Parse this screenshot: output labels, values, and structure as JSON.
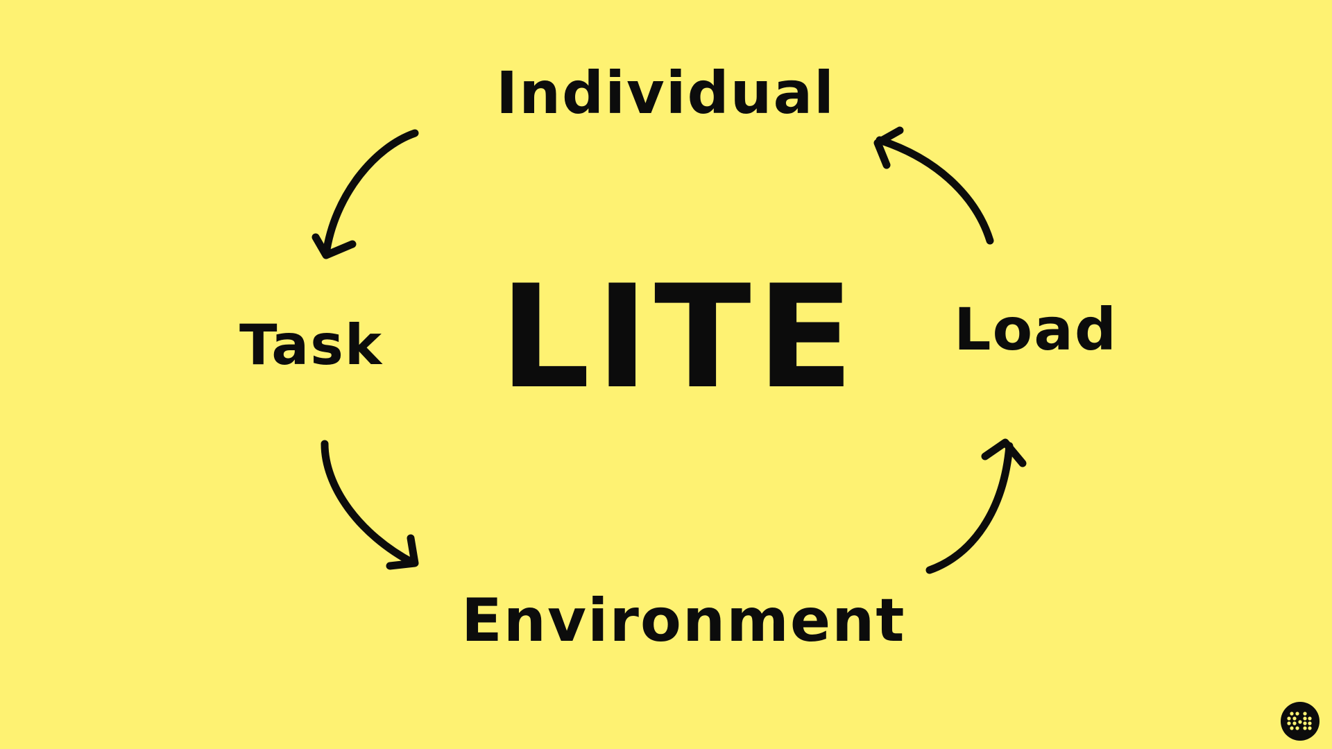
{
  "diagram": {
    "title": "LITE",
    "type": "cycle",
    "background_color": "#FEF272",
    "ink_color": "#0C0C0C",
    "nodes": [
      {
        "id": "individual",
        "label": "Individual",
        "position": "top"
      },
      {
        "id": "load",
        "label": "Load",
        "position": "right"
      },
      {
        "id": "environment",
        "label": "Environment",
        "position": "bottom"
      },
      {
        "id": "task",
        "label": "Task",
        "position": "left"
      }
    ],
    "arrows": [
      {
        "from": "individual",
        "to": "task",
        "direction": "counter-clockwise",
        "icon": "curved-arrow-down-left-icon"
      },
      {
        "from": "task",
        "to": "environment",
        "direction": "counter-clockwise",
        "icon": "curved-arrow-down-right-icon"
      },
      {
        "from": "environment",
        "to": "load",
        "direction": "counter-clockwise",
        "icon": "curved-arrow-up-right-icon"
      },
      {
        "from": "load",
        "to": "individual",
        "direction": "counter-clockwise",
        "icon": "curved-arrow-up-left-icon"
      }
    ]
  },
  "branding": {
    "logo_icon": "dotted-h-logo-icon",
    "logo_bg": "#0C0C0C",
    "logo_dot_color": "#FEF272"
  }
}
